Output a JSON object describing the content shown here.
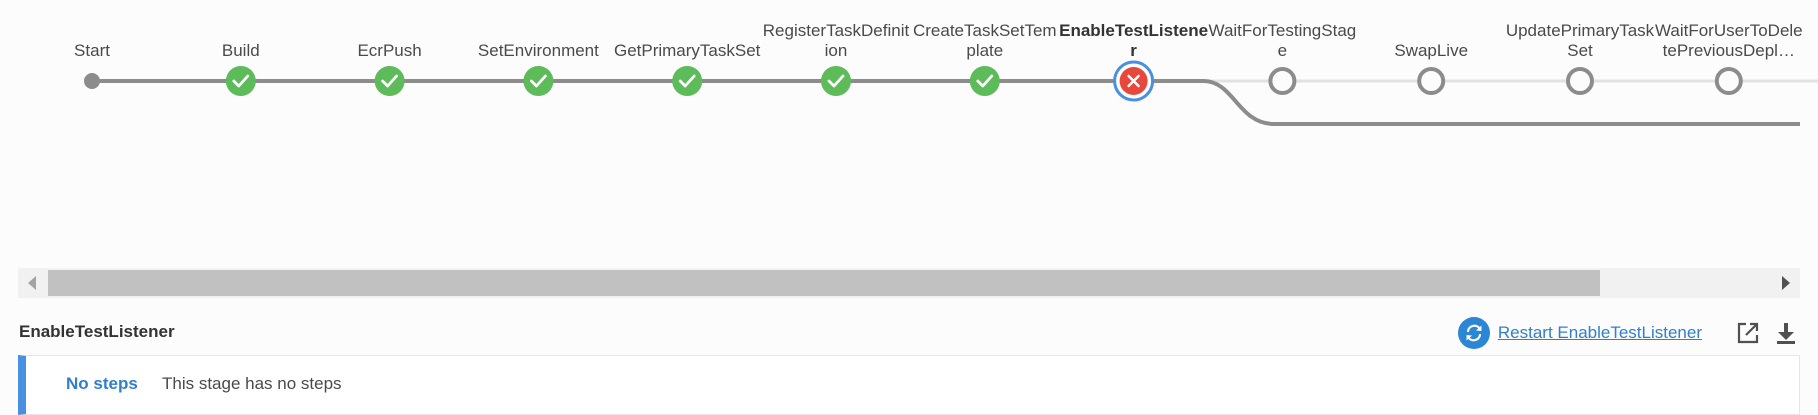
{
  "pipeline": {
    "stages": [
      {
        "id": "start",
        "label": "Start",
        "status": "start"
      },
      {
        "id": "build",
        "label": "Build",
        "status": "success"
      },
      {
        "id": "ecrpush",
        "label": "EcrPush",
        "status": "success"
      },
      {
        "id": "setenvironment",
        "label": "SetEnvironment",
        "status": "success"
      },
      {
        "id": "getprimarytaskset",
        "label": "GetPrimaryTaskSet",
        "status": "success"
      },
      {
        "id": "registertaskdefinition",
        "label": "RegisterTaskDefinition",
        "status": "success"
      },
      {
        "id": "createtasksettemplate",
        "label": "CreateTaskSetTemplate",
        "status": "success"
      },
      {
        "id": "enabletestlistener",
        "label": "EnableTestListener",
        "status": "failed",
        "selected": true
      },
      {
        "id": "waitfortestingstage",
        "label": "WaitForTestingStage",
        "status": "not-built"
      },
      {
        "id": "swaplive",
        "label": "SwapLive",
        "status": "not-built"
      },
      {
        "id": "updateprimarytaskset",
        "label": "UpdatePrimaryTaskSet",
        "status": "not-built"
      },
      {
        "id": "waitforusertodeletepreviousdeployment",
        "label": "WaitForUserToDeletePreviousDepl…",
        "status": "not-built"
      },
      {
        "id": "delete",
        "label": "Dele",
        "status": "not-built"
      }
    ],
    "colors": {
      "success": "#5dbb5a",
      "failed": "#e8473c",
      "selected_ring": "#4a90e2",
      "line_done": "#8c8c8c",
      "line_pending": "#e2e2e2",
      "node_pending": "#8c8c8c"
    }
  },
  "detail": {
    "title": "EnableTestListener",
    "restart_label": "Restart EnableTestListener",
    "restart_icon": "restart-icon",
    "open_icon": "open-external-icon",
    "download_icon": "download-icon",
    "no_steps_label": "No steps",
    "no_steps_message": "This stage has no steps"
  }
}
